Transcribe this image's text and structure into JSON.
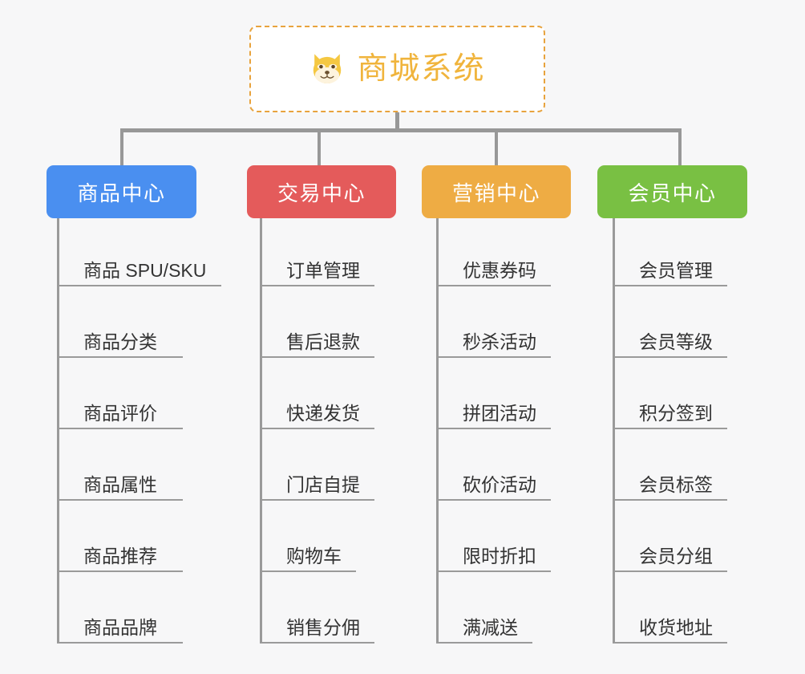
{
  "diagram": {
    "background_color": "#f7f7f8",
    "connector_color": "#989898",
    "root": {
      "title": "商城系统",
      "icon": "shiba-inu-dog-face-icon",
      "text_color": "#f0b43c",
      "border_color": "#e8a33d",
      "fill_color": "#ffffff"
    },
    "branches": [
      {
        "label": "商品中心",
        "color": "#4a8ff0",
        "items": [
          "商品 SPU/SKU",
          "商品分类",
          "商品评价",
          "商品属性",
          "商品推荐",
          "商品品牌"
        ]
      },
      {
        "label": "交易中心",
        "color": "#e45b5b",
        "items": [
          "订单管理",
          "售后退款",
          "快递发货",
          "门店自提",
          "购物车",
          "销售分佣"
        ]
      },
      {
        "label": "营销中心",
        "color": "#eeac44",
        "items": [
          "优惠券码",
          "秒杀活动",
          "拼团活动",
          "砍价活动",
          "限时折扣",
          "满减送"
        ]
      },
      {
        "label": "会员中心",
        "color": "#79c043",
        "items": [
          "会员管理",
          "会员等级",
          "积分签到",
          "会员标签",
          "会员分组",
          "收货地址"
        ]
      }
    ]
  }
}
